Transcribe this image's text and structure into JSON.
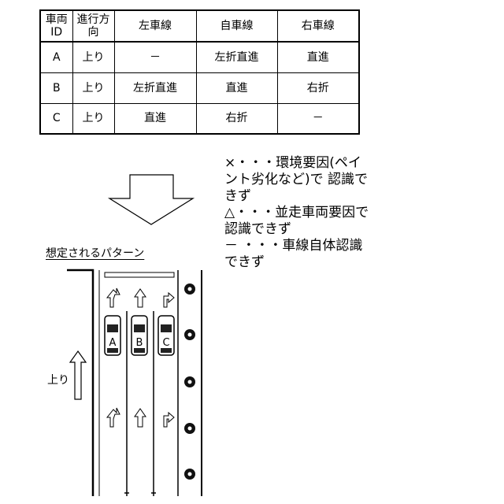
{
  "table": {
    "headers": [
      "車両ID",
      "進行方向",
      "左車線",
      "自車線",
      "右車線"
    ],
    "rows": [
      {
        "id": "A",
        "direction": "上り",
        "left": "－",
        "own": "左折直進",
        "right": "直進"
      },
      {
        "id": "B",
        "direction": "上り",
        "left": "左折直進",
        "own": "直進",
        "right": "右折"
      },
      {
        "id": "C",
        "direction": "上り",
        "left": "直進",
        "own": "右折",
        "right": "－"
      }
    ]
  },
  "legend": [
    "×・・・環境要因(ペイント劣化など)で 認識できず",
    "△・・・並走車両要因で 認識できず",
    "－ ・・・車線自体認識できず"
  ],
  "pattern_title": "想定されるパターン",
  "direction_label": "上り",
  "vehicles": [
    "A",
    "B",
    "C"
  ]
}
